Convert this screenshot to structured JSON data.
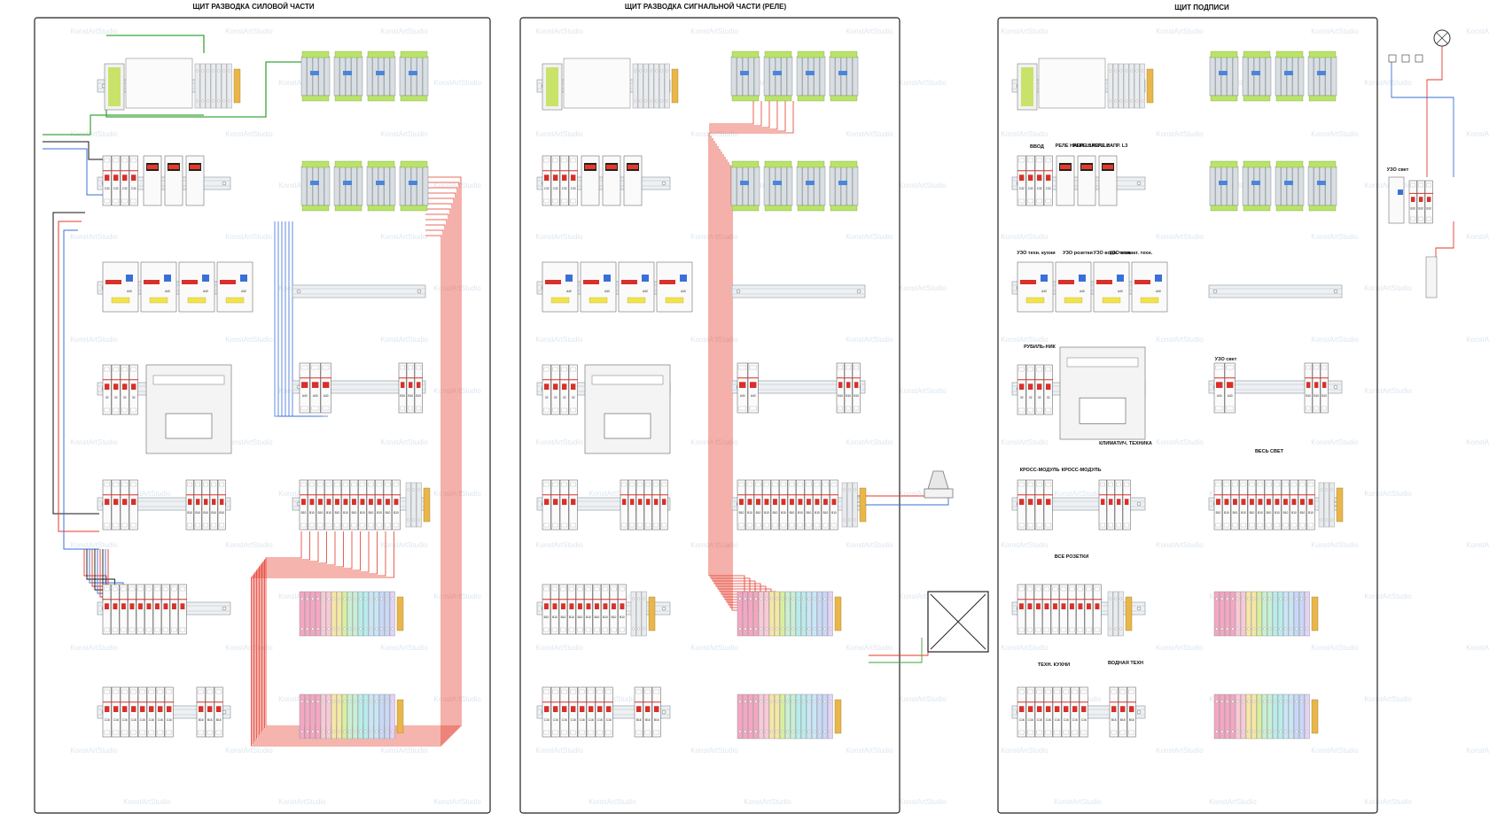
{
  "titles": {
    "power": "ЩИТ РАЗВОДКА СИЛОВОЙ ЧАСТИ",
    "signal": "ЩИТ РАЗВОДКА СИГНАЛЬНОЙ ЧАСТИ (РЕЛЕ)",
    "labels": "ЩИТ ПОДПИСИ"
  },
  "watermark": "KonstArtStudio",
  "labels_panel": {
    "vvod": "ВВОД",
    "rele_l1": "РЕЛЕ НАПР. L1",
    "rele_l2": "РЕЛЕ НАПР. L2",
    "rele_l3": "РЕЛЕ НАПР. L3",
    "uzo_kitchen": "УЗО техн. кухни",
    "uzo_sockets": "УЗО розетки",
    "uzo_water": "УЗО водн. техн.",
    "uzo_climate": "УЗО климат. техн.",
    "switch": "РУБИЛЬ-НИК",
    "cross1": "КРОСС-МОДУЛЬ",
    "cross2": "КРОСС-МОДУЛЬ",
    "climate": "КЛИМАТИЧ. ТЕХНИКА",
    "all_light": "ВЕСЬ СВЕТ",
    "all_sockets": "ВСЕ РОЗЕТКИ",
    "tech_kitchen": "ТЕХН. КУХНИ",
    "water_tech": "ВОДНАЯ ТЕХН",
    "uzo_light": "УЗО свет"
  },
  "breakers": {
    "c32": "C32",
    "c16": "C16",
    "b10": "B10",
    "b16": "B16",
    "b20": "B20",
    "c10": "C10",
    "a40": "A40",
    "v32": "32"
  },
  "colors": {
    "red": "#e53a2a",
    "blue": "#3a6fd8",
    "black": "#111111",
    "green": "#3aa63a",
    "yellow_green": "#b8cc2a",
    "rail": "#cfd6dc"
  },
  "icons": [
    "meter-icon",
    "lamp-icon",
    "sensor-icon",
    "junction-box-icon"
  ]
}
